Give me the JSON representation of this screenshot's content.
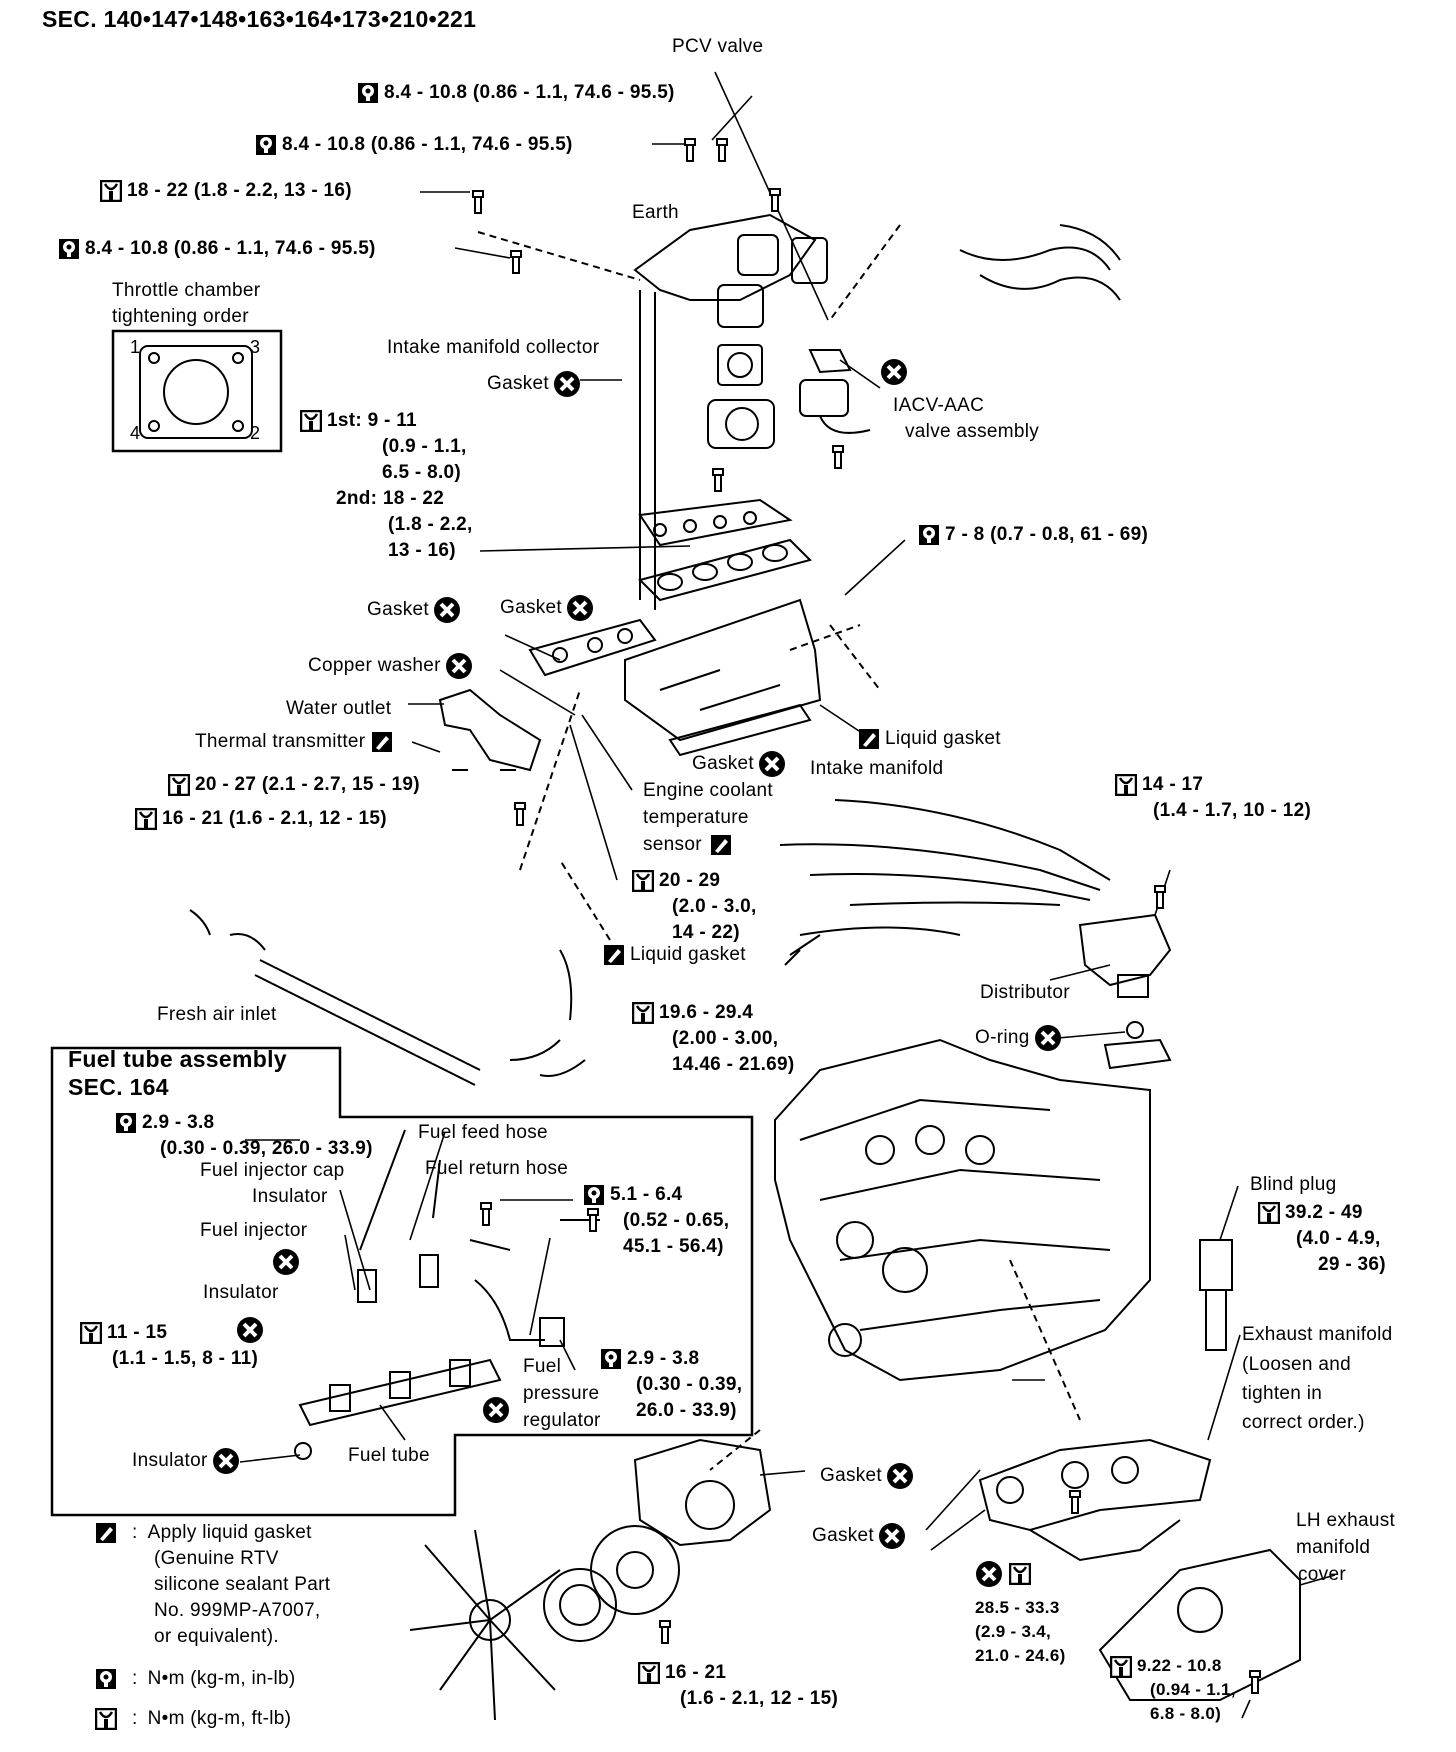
{
  "header": "SEC. 140•147•148•163•164•173•210•221",
  "labels": {
    "pcv_valve": "PCV valve",
    "earth": "Earth",
    "throttle_order_1": "Throttle chamber",
    "throttle_order_2": "tightening order",
    "intake_collector": "Intake manifold collector",
    "gasket": "Gasket",
    "iacv_1": "IACV-AAC",
    "iacv_2": "valve assembly",
    "copper_washer": "Copper washer",
    "water_outlet": "Water outlet",
    "thermal_transmitter": "Thermal transmitter",
    "liquid_gasket": "Liquid gasket",
    "intake_manifold": "Intake manifold",
    "ect_1": "Engine coolant",
    "ect_2": "temperature",
    "ect_3": "sensor",
    "distributor": "Distributor",
    "o_ring": "O-ring",
    "fresh_air_inlet": "Fresh air inlet",
    "fuel_tube_title_1": "Fuel tube assembly",
    "fuel_tube_title_2": "SEC. 164",
    "fuel_feed_hose": "Fuel feed hose",
    "fuel_injector_cap": "Fuel injector cap",
    "insulator": "Insulator",
    "fuel_return_hose": "Fuel return hose",
    "fuel_injector": "Fuel injector",
    "fuel_pr_1": "Fuel",
    "fuel_pr_2": "pressure",
    "fuel_pr_3": "regulator",
    "fuel_tube": "Fuel tube",
    "blind_plug": "Blind plug",
    "exhaust_1": "Exhaust manifold",
    "exhaust_2": "(Loosen and",
    "exhaust_3": "tighten in",
    "exhaust_4": "correct order.)",
    "lh_cover_1": "LH exhaust",
    "lh_cover_2": "manifold",
    "lh_cover_3": "cover"
  },
  "order_numbers": [
    "1",
    "3",
    "4",
    "2"
  ],
  "torques": {
    "t_pcv": "8.4 - 10.8 (0.86 - 1.1, 74.6 - 95.5)",
    "t_bolt2": "8.4 - 10.8 (0.86 - 1.1, 74.6 - 95.5)",
    "t_earth": "18 - 22 (1.8 - 2.2, 13 - 16)",
    "t_coll": "8.4 - 10.8 (0.86 - 1.1, 74.6 - 95.5)",
    "t_seq": [
      "1st: 9 - 11",
      "(0.9 - 1.1,",
      "6.5 - 8.0)",
      "2nd: 18 - 22",
      "(1.8 - 2.2,",
      "13 - 16)"
    ],
    "t_78": "7 - 8 (0.7 - 0.8, 61 - 69)",
    "t_1417": [
      "14 - 17",
      "(1.4 - 1.7, 10 - 12)"
    ],
    "t_2027": "20 - 27 (2.1 - 2.7, 15 - 19)",
    "t_1621a": "16 - 21 (1.6 - 2.1, 12 - 15)",
    "t_2029": [
      "20 - 29",
      "(2.0 - 3.0,",
      "14 - 22)"
    ],
    "t_196": [
      "19.6 - 29.4",
      "(2.00 - 3.00,",
      "14.46 - 21.69)"
    ],
    "t_29a": [
      "2.9 - 3.8",
      "(0.30 - 0.39, 26.0 - 33.9)"
    ],
    "t_51": [
      "5.1 - 6.4",
      "(0.52 - 0.65,",
      "45.1 - 56.4)"
    ],
    "t_1115": [
      "11 - 15",
      "(1.1 - 1.5, 8 - 11)"
    ],
    "t_29b": [
      "2.9 - 3.8",
      "(0.30 - 0.39,",
      "26.0 - 33.9)"
    ],
    "t_392": [
      "39.2 - 49",
      "(4.0 - 4.9,",
      "29 - 36)"
    ],
    "t_285": [
      "28.5 - 33.3",
      "(2.9 - 3.4,",
      "21.0 - 24.6)"
    ],
    "t_922": [
      "9.22 - 10.8",
      "(0.94 - 1.1,",
      "6.8 - 8.0)"
    ],
    "t_1621b": [
      "16 - 21",
      "(1.6 - 2.1, 12 - 15)"
    ]
  },
  "legend": {
    "gasket_text": [
      "Apply liquid gasket",
      "(Genuine RTV",
      "silicone sealant Part",
      "No. 999MP-A7007,",
      "or equivalent)."
    ],
    "nm_inlb": "N•m (kg-m, in-lb)",
    "nm_ftlb": "N•m (kg-m, ft-lb)",
    "colon": ":"
  },
  "icons": [
    "torque-wrench-inlb-icon",
    "torque-wrench-ftlb-icon",
    "replace-x-icon",
    "liquid-gasket-icon"
  ]
}
